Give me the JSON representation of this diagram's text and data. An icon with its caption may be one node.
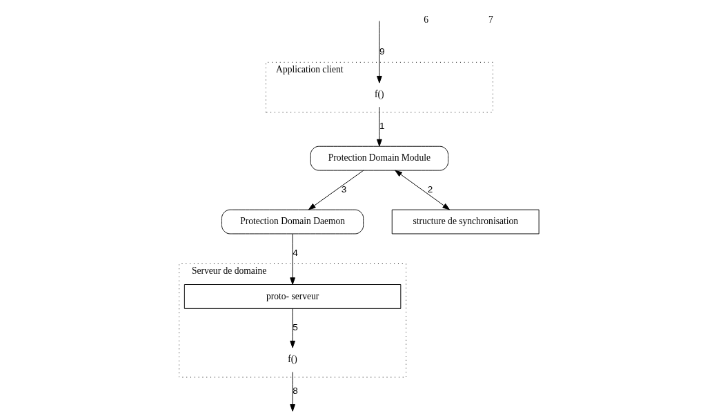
{
  "diagram": {
    "nodes": [
      {
        "text": [
          "Application client"
        ]
      },
      {
        "text": [
          "f()"
        ],
        "in": 0
      },
      {
        "text": [
          "Protection Domain Daemon"
        ]
      },
      {
        "text": [
          "Serveur de domaine"
        ]
      },
      {
        "text": [
          "proto- serveur"
        ],
        "in": 3
      },
      {
        "text": [
          "f()"
        ],
        "in": 3
      },
      {
        "text": [
          "Protection Domain Module"
        ]
      },
      {
        "text": [
          "structure de synchronisation"
        ]
      }
    ],
    "edges": [
      {
        "from": 1,
        "to": 6,
        "arrow": "to",
        "label": "1"
      },
      {
        "from": 6,
        "to": 7,
        "arrow": "both",
        "label": "2"
      },
      {
        "from": 6,
        "to": 2,
        "arrow": "to",
        "label": "3"
      },
      {
        "from": 2,
        "to": 4,
        "arrow": "to",
        "label": "4"
      },
      {
        "from": 4,
        "to": 5,
        "arrow": "to",
        "label": "5"
      },
      {
        "from": 5,
        "to": null,
        "arrow": "to",
        "label": "8"
      },
      {
        "from": null,
        "to": 1,
        "arrow": "to",
        "label": "9"
      }
    ],
    "labels": [
      "6",
      "7"
    ]
  }
}
